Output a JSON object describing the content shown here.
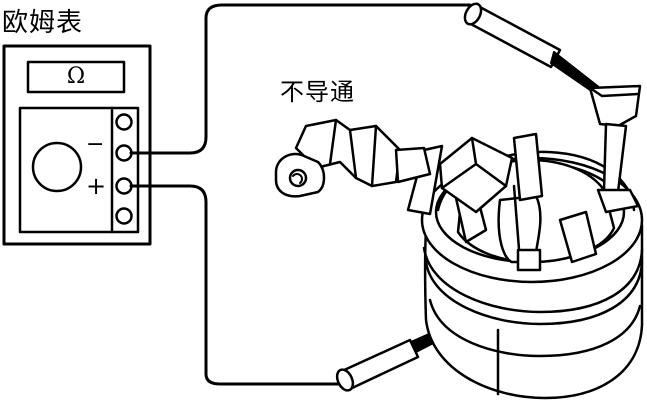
{
  "meter": {
    "title": "欧姆表",
    "display": "Ω",
    "terminal_minus": "−",
    "terminal_plus": "+"
  },
  "status": {
    "text": "不导通"
  },
  "colors": {
    "stroke": "#000000",
    "background": "#ffffff"
  }
}
